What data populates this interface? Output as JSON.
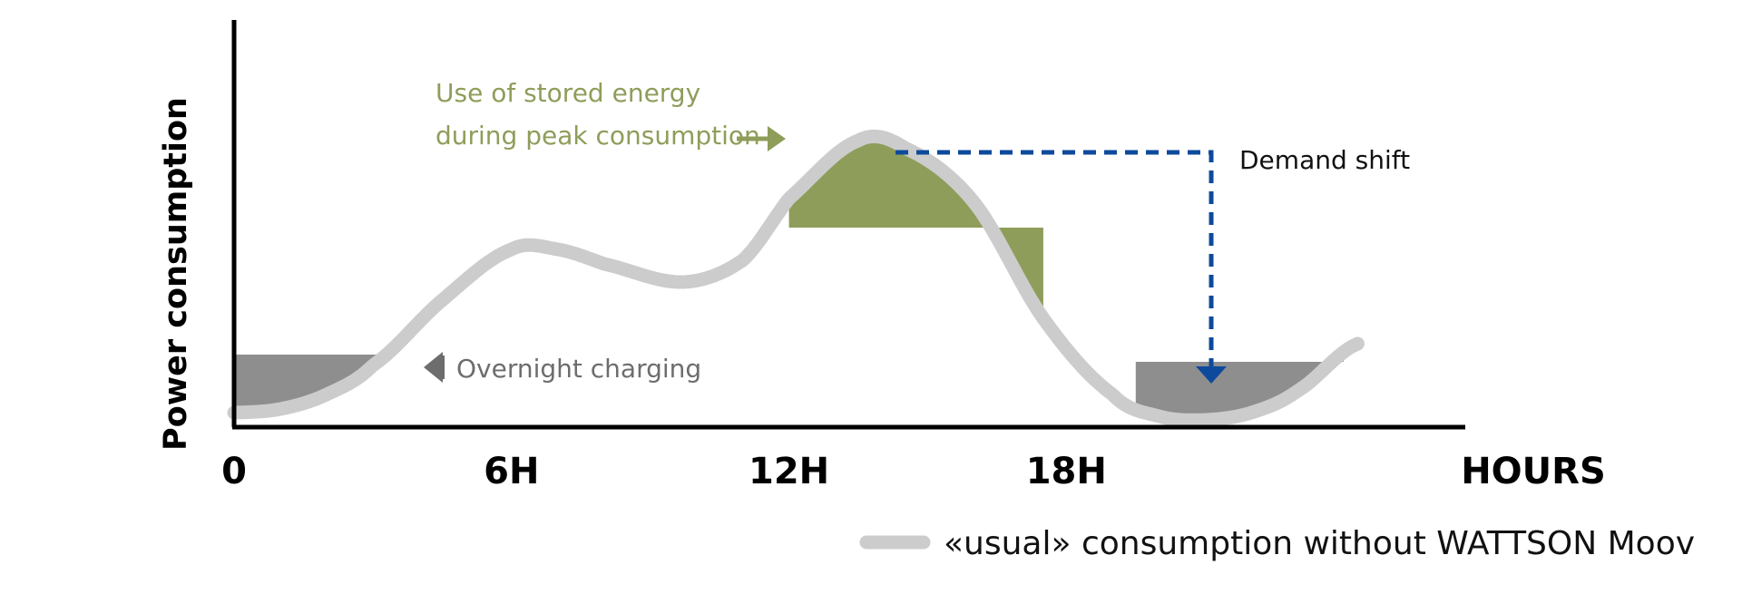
{
  "chart_data": {
    "type": "line",
    "ylabel": "Power consumption",
    "xlabel": "HOURS",
    "x_ticks": [
      "0",
      "6H",
      "12H",
      "18H"
    ],
    "x_tick_values": [
      0,
      6,
      12,
      18
    ],
    "xlim": [
      0,
      27
    ],
    "ylim": [
      0,
      10
    ],
    "grid": false,
    "legend_placement": "bottom-right",
    "series": [
      {
        "name": "«usual» consumption without WATTSON Moov",
        "x": [
          0,
          1,
          2,
          3,
          4.5,
          6,
          7,
          8,
          9.7,
          11,
          12,
          13.5,
          14.5,
          16,
          17.5,
          19,
          20,
          21,
          22,
          23,
          24.3
        ],
        "y": [
          0.4,
          0.5,
          0.9,
          1.7,
          3.5,
          4.9,
          4.9,
          4.5,
          4.0,
          4.6,
          6.3,
          7.9,
          7.7,
          6.2,
          3.0,
          0.9,
          0.3,
          0.2,
          0.4,
          1.0,
          2.3
        ]
      }
    ],
    "regions": [
      {
        "label": "Use of stored energy during peak consumption",
        "x_range": [
          12,
          17.5
        ],
        "level": 5.5,
        "color": "#8e9d5a"
      },
      {
        "label": "Overnight charging",
        "x_range": [
          0,
          3.4
        ],
        "level": 2.0,
        "color": "#8e8e8e"
      },
      {
        "label": "",
        "x_range": [
          19.5,
          24
        ],
        "level": 1.8,
        "color": "#8e8e8e"
      }
    ],
    "annotations": [
      {
        "text_lines": [
          "Use of stored energy",
          "during peak consumption"
        ],
        "color": "#8e9d5a"
      },
      {
        "text_lines": [
          "Overnight charging"
        ],
        "color": "#6d6d6d"
      },
      {
        "text_lines": [
          "Demand shift"
        ],
        "color": "#111111",
        "from_x": 14.5,
        "to_x": 21,
        "arrow_color": "#0d4a9c"
      }
    ],
    "colors": {
      "curve": "#cccccc",
      "peak_fill": "#8e9d5a",
      "charge_fill": "#8e8e8e",
      "shift_arrow": "#0d4a9c",
      "axis": "#000000"
    }
  }
}
